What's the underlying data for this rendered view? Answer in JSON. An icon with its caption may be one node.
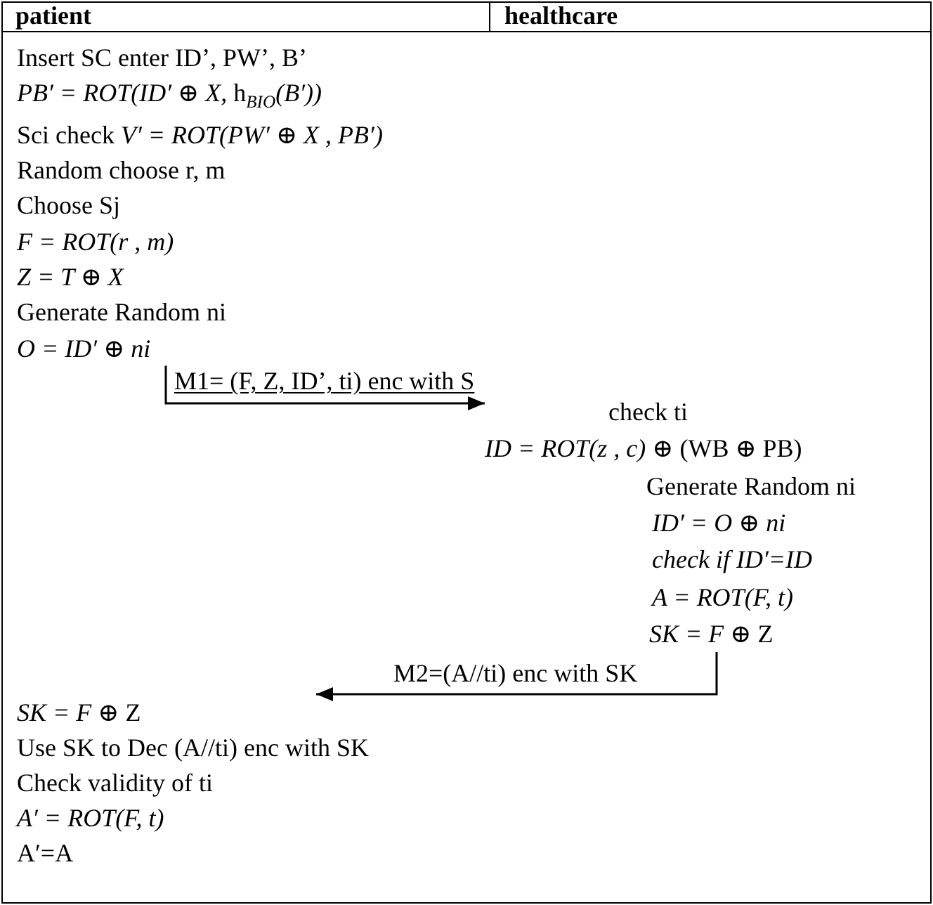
{
  "diagram": {
    "nodes": [
      {
        "text": [
          "Insert SC enter ID’, PW’, B’",
          "*PB′ = ROT(ID′ ⊕ X,* h$_{BIO}$*(B′))*",
          "Sci check *V′ = ROT(PW′ ⊕ X , PB′)*",
          "Random choose r, m",
          "Choose Sj",
          "F = ROT(r , m)",
          "Z = T ⊕ X",
          "Generate Random ni",
          "O = ID′ ⊕ ni"
        ]
      },
      {
        "text": [
          "check ti",
          "*ID = ROT(z , c)* ⊕  (WB ⊕ PB)",
          "Generate Random ni",
          "ID′ = O ⊕ ni",
          "check if  ID′=ID",
          "A = ROT(F, t)",
          "*SK = F* ⊕  Z"
        ]
      },
      {
        "text": [
          "*SK = F* ⊕  Z",
          "Use SK to Dec (A//ti) enc with SK",
          "Check validity of ti",
          "A′ = ROT(F, t)",
          "A′=A"
        ]
      }
    ],
    "edges": [
      {
        "from": 0,
        "to": 1,
        "arrow": "to",
        "label": "M1= (F, Z, ID’, ti) enc with S"
      },
      {
        "from": 1,
        "to": 2,
        "arrow": "to",
        "label": "M2=(A//ti) enc with SK"
      }
    ],
    "labels": [
      "patient",
      "healthcare"
    ]
  }
}
